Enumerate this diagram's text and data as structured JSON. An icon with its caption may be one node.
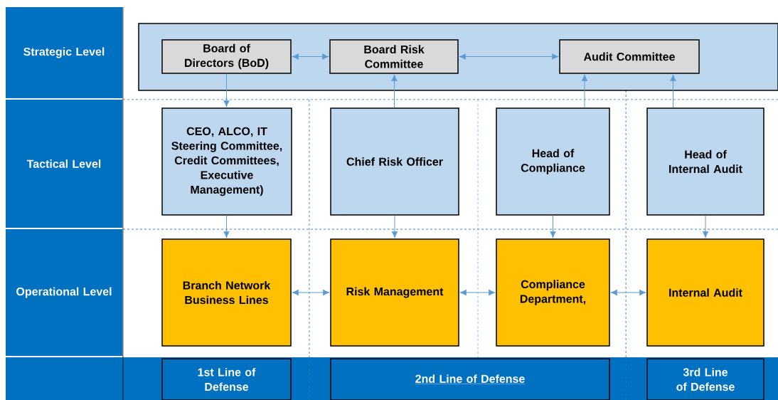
{
  "diagram": {
    "nodes": [
      {
        "text": [
          "Strategic Level"
        ]
      },
      {
        "text": [
          "Tactical Level"
        ]
      },
      {
        "text": [
          "Operational Level"
        ]
      },
      {
        "text": [],
        "shape": "box"
      },
      {
        "text": [
          "Board of Directors (BoD)"
        ],
        "in": 3
      },
      {
        "text": [
          "Board Risk Committee"
        ],
        "in": 3
      },
      {
        "text": [
          "Audit Committee"
        ],
        "in": 3
      },
      {
        "text": [
          "CEO, ALCO, IT Steering Committee, Credit Committees, Executive Management)"
        ]
      },
      {
        "text": [
          "Chief Risk Officer"
        ]
      },
      {
        "text": [
          "Head of Compliance"
        ]
      },
      {
        "text": [
          "Head of Internal Audit"
        ]
      },
      {
        "text": [
          "Branch Network Business Lines"
        ]
      },
      {
        "text": [
          "Risk Management"
        ]
      },
      {
        "text": [
          "Compliance Department,"
        ]
      },
      {
        "text": [
          "Internal Audit"
        ]
      },
      {
        "text": [
          "1st Line of Defense"
        ]
      },
      {
        "text": [
          "2nd Line of Defense"
        ]
      },
      {
        "text": [
          "3rd Line of Defense"
        ]
      }
    ],
    "edges": [
      {
        "from": 4,
        "to": 5,
        "arrow": "both"
      },
      {
        "from": 5,
        "to": 6,
        "arrow": "both"
      },
      {
        "from": 4,
        "to": 7,
        "arrow": "to"
      },
      {
        "from": 7,
        "to": 11,
        "arrow": "to"
      },
      {
        "from": 8,
        "to": 5,
        "arrow": "to"
      },
      {
        "from": 8,
        "to": 12,
        "arrow": "to"
      },
      {
        "from": 9,
        "to": 6,
        "arrow": "to"
      },
      {
        "from": 9,
        "to": 13,
        "arrow": "to"
      },
      {
        "from": 10,
        "to": 6,
        "arrow": "to"
      },
      {
        "from": 10,
        "to": 14,
        "arrow": "to"
      },
      {
        "from": 11,
        "to": 12,
        "arrow": "both"
      },
      {
        "from": 12,
        "to": 13,
        "arrow": "both"
      },
      {
        "from": 13,
        "to": 14,
        "arrow": "both"
      }
    ]
  }
}
